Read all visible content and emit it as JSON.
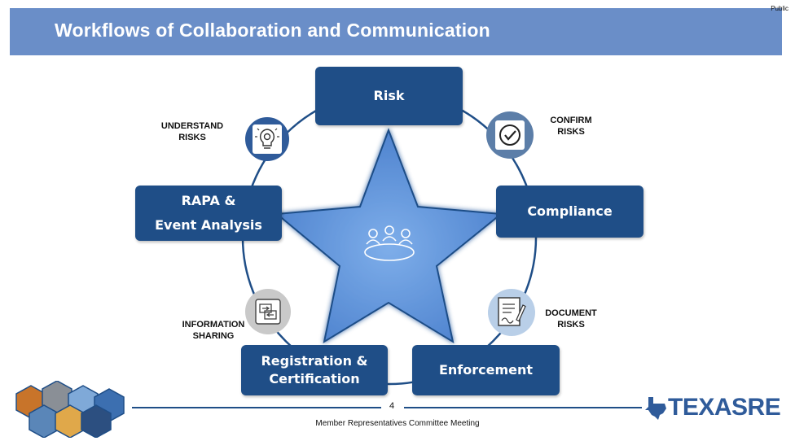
{
  "slide": {
    "title": "Workflows of Collaboration and Communication",
    "classification": "Public",
    "page_number": "4",
    "meeting_name": "Member Representatives Committee Meeting"
  },
  "workflow": {
    "risk": "Risk",
    "compliance": "Compliance",
    "enforcement": "Enforcement",
    "registration_line1": "Registration &",
    "registration_line2": "Certification",
    "rapa_line1": "RAPA &",
    "rapa_line2": "Event Analysis"
  },
  "connectors": {
    "understand_line1": "UNDERSTAND",
    "understand_line2": "RISKS",
    "confirm_line1": "CONFIRM",
    "confirm_line2": "RISKS",
    "document_line1": "DOCUMENT",
    "document_line2": "RISKS",
    "information_line1": "INFORMATION",
    "information_line2": "SHARING"
  },
  "logo": {
    "text_part1": "TEXAS",
    "text_part2": "RE"
  },
  "colors": {
    "header": "#6a8ec8",
    "box": "#1f4e87",
    "star": "#5b8fd6",
    "icon_blue": "#2f5b9a"
  },
  "icons": [
    "lightbulb-gear-icon",
    "checkmark-icon",
    "document-signature-icon",
    "exchange-icon",
    "meeting-table-icon",
    "texas-map-icon"
  ]
}
